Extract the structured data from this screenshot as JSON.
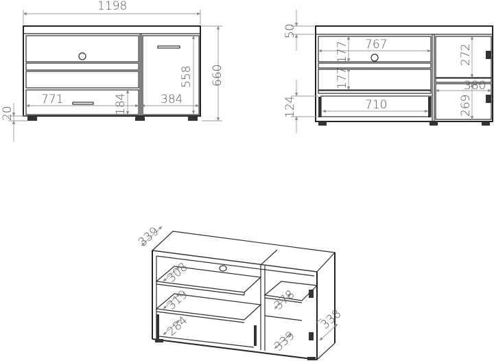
{
  "front_view": {
    "width_label": "1198",
    "height_label": "660",
    "door_height_label": "558",
    "drawer_height_label": "184",
    "drawer_width_label": "771",
    "door_width_label": "384",
    "leg_height_label": "20"
  },
  "open_view": {
    "top_label": "50",
    "shelf_width_label": "767",
    "compartment1_label": "177",
    "compartment2_label": "177",
    "drawer_label": "124",
    "drawer_width_label": "710",
    "right_upper_label": "272",
    "right_width_label": "380",
    "right_lower_label": "269"
  },
  "iso_view": {
    "depth_label": "339",
    "shelf1_label": "308",
    "shelf2_label": "319",
    "drawer_label": "284",
    "right_shelf_label": "378",
    "right_bottom_label": "339",
    "door_label": "338"
  }
}
